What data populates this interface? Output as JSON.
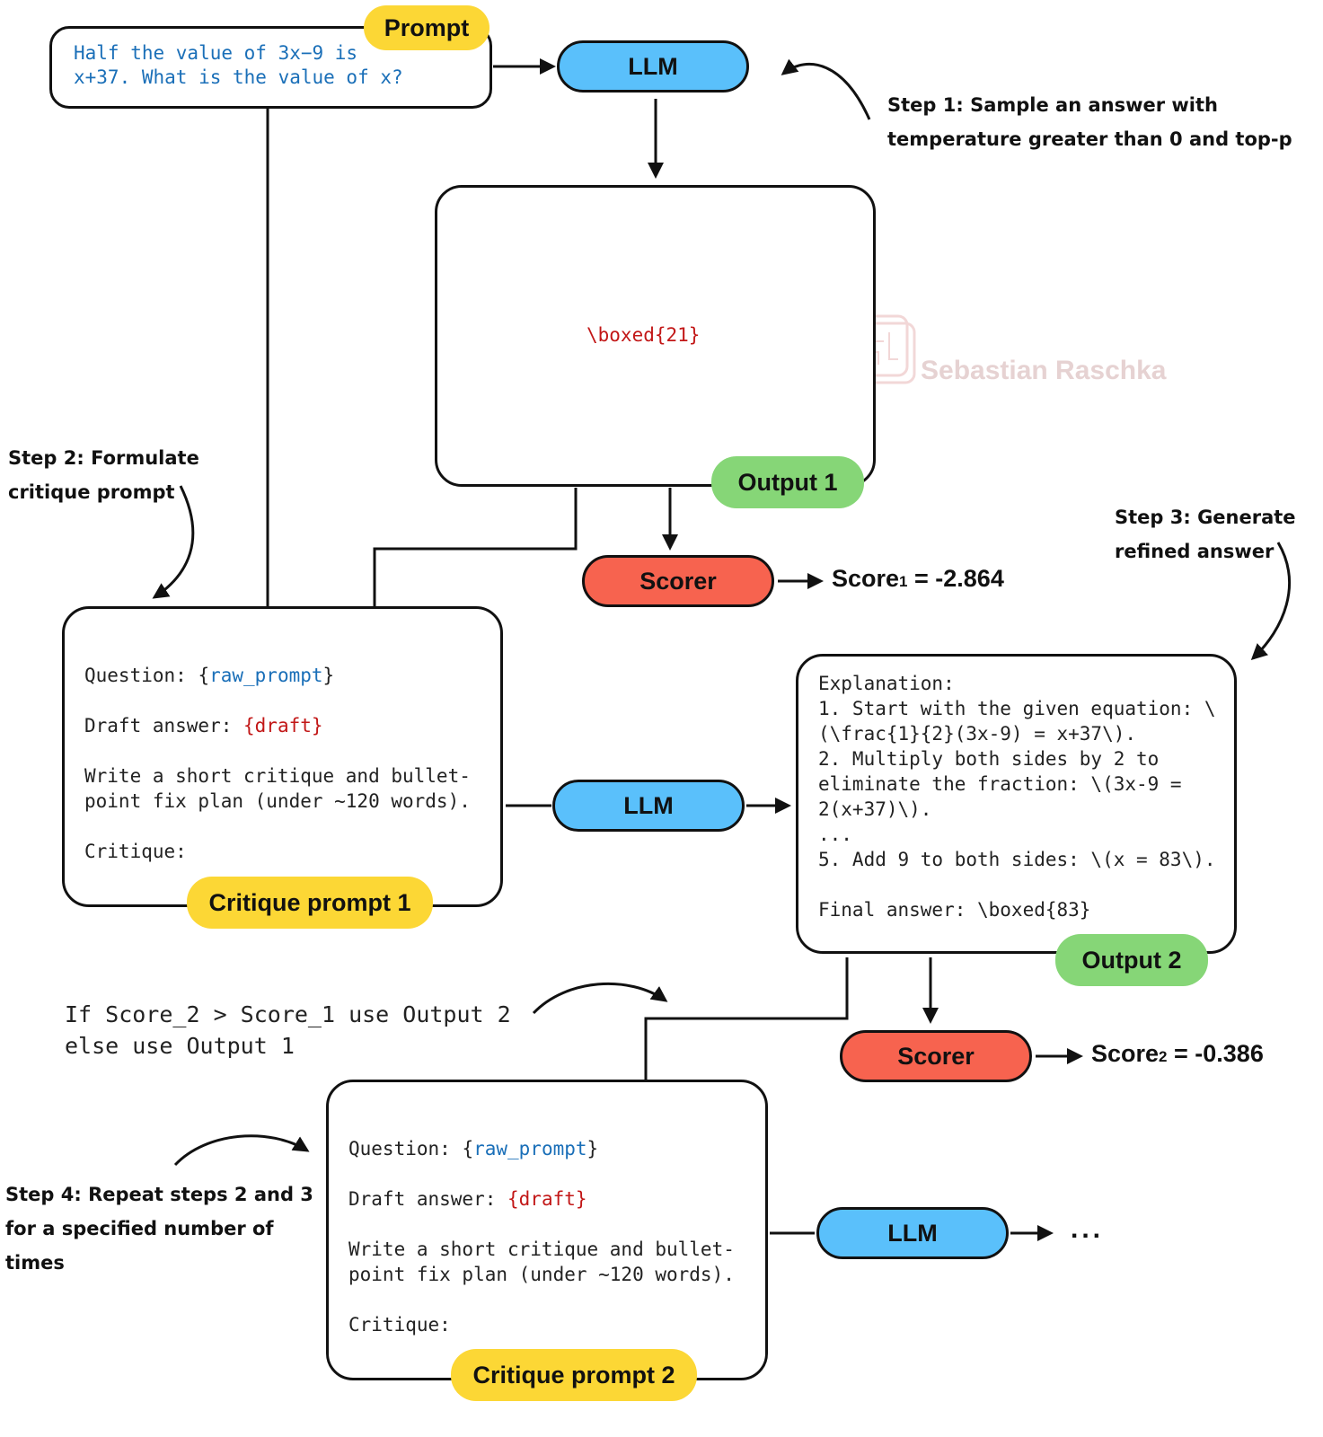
{
  "prompt": {
    "tag": "Prompt",
    "line1": "Half the value of 3x−9 is",
    "line2": "x+37. What is the value of x?"
  },
  "llm_label": "LLM",
  "scorer_label": "Scorer",
  "step1": {
    "line1": "Step 1: Sample an answer with",
    "line2": "temperature greater than 0 and top-p"
  },
  "step2": {
    "line1": "Step 2: Formulate",
    "line2": "critique prompt"
  },
  "step3": {
    "line1": "Step 3: Generate",
    "line2": "refined answer"
  },
  "step4": {
    "line1": "Step 4: Repeat steps 2 and 3",
    "line2": "for a specified number of",
    "line3": "times"
  },
  "output1": {
    "tag": "Output 1",
    "content": "\\boxed{21}"
  },
  "score1": {
    "prefix": "Score",
    "sub": "1",
    "suffix": " = -2.864"
  },
  "score2": {
    "prefix": "Score",
    "sub": "2",
    "suffix": " = -0.386"
  },
  "critique1": {
    "tag": "Critique prompt 1",
    "question_label": "Question: ",
    "question_open": "{",
    "question_var": "raw_prompt",
    "question_close": "}",
    "draft_label": "Draft answer: ",
    "draft_var": "{draft}",
    "instr1": "Write a short critique and bullet-",
    "instr2": "point fix plan (under ~120 words).",
    "critique_label": "Critique:"
  },
  "critique2": {
    "tag": "Critique prompt 2",
    "question_label": "Question: ",
    "question_open": "{",
    "question_var": "raw_prompt",
    "question_close": "}",
    "draft_label": "Draft answer: ",
    "draft_var": "{draft}",
    "instr1": "Write a short critique and bullet-",
    "instr2": "point fix plan (under ~120 words).",
    "critique_label": "Critique:"
  },
  "output2": {
    "tag": "Output 2",
    "lines": [
      "Explanation:",
      "1. Start with the given equation: \\",
      "(\\frac{1}{2}(3x-9) = x+37\\).",
      "2. Multiply both sides by 2 to",
      "eliminate the fraction: \\(3x-9 =",
      "2(x+37)\\).",
      "...",
      "5. Add 9 to both sides: \\(x = 83\\).",
      "",
      "Final answer: \\boxed{83}"
    ]
  },
  "decision": {
    "line1": "If Score_2 > Score_1 use Output 2",
    "line2": "else use Output 1"
  },
  "ellipsis": "...",
  "watermark": "Sebastian Raschka",
  "colors": {
    "llm": "#5ac0fb",
    "scorer": "#f7634f",
    "prompt_tag": "#fcd735",
    "output_tag": "#86d677",
    "variable_blue": "#1a6fb8",
    "variable_red": "#c21717"
  }
}
